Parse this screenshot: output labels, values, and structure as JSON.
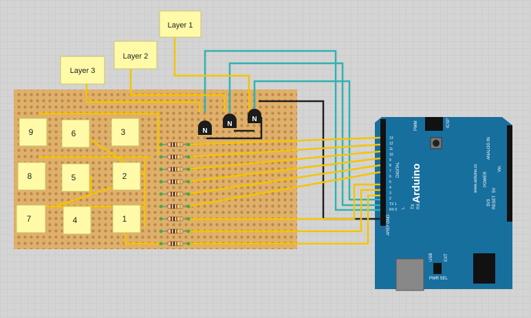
{
  "colors": {
    "canvas_bg": "#d4d4d4",
    "grid_line": "#c6c6c6",
    "stripboard": "#e0b06b",
    "stripboard_hole": "#b98a4c",
    "note_fill": "#fffaa8",
    "note_border": "#c9c46a",
    "wire_yellow": "#f5c400",
    "wire_cyan": "#2fb2b0",
    "wire_black": "#1e1e1e",
    "arduino_blue": "#176f9e",
    "arduino_dark": "#0f577d",
    "transistor": "#1c1c1c",
    "resistor_body": "#e7c79a"
  },
  "layer_labels": [
    {
      "id": "layer1",
      "text": "Layer 1"
    },
    {
      "id": "layer2",
      "text": "Layer 2"
    },
    {
      "id": "layer3",
      "text": "Layer 3"
    }
  ],
  "column_labels": [
    "9",
    "6",
    "3",
    "8",
    "5",
    "2",
    "7",
    "4",
    "1"
  ],
  "transistors": [
    {
      "id": "q1",
      "symbol": "N"
    },
    {
      "id": "q2",
      "symbol": "N"
    },
    {
      "id": "q3",
      "symbol": "N"
    }
  ],
  "resistor_count": 9,
  "arduino": {
    "logo_text": "Arduino",
    "url_text": "www.arduino.cc",
    "icsp_label": "ICSP",
    "pwm_label": "PWM",
    "digital_label": "DIGITAL",
    "analog_label": "ANALOG IN",
    "power_label": "POWER",
    "gnd_label": "GND",
    "aref_label": "AREF",
    "usb_label": "USB",
    "ext_label": "EXT",
    "pwr_sel_label": "PWR SEL",
    "tx_label": "TX",
    "rx_label": "RX",
    "l_label": "L",
    "reset_label": "RESET",
    "v5_label": "5V",
    "v3_label": "3V3",
    "vin_label": "Vin",
    "digital_pins": [
      "13",
      "12",
      "11",
      "10",
      "9",
      "8",
      "7",
      "6",
      "5",
      "4",
      "3",
      "2",
      "TX 1",
      "RX 0"
    ]
  }
}
